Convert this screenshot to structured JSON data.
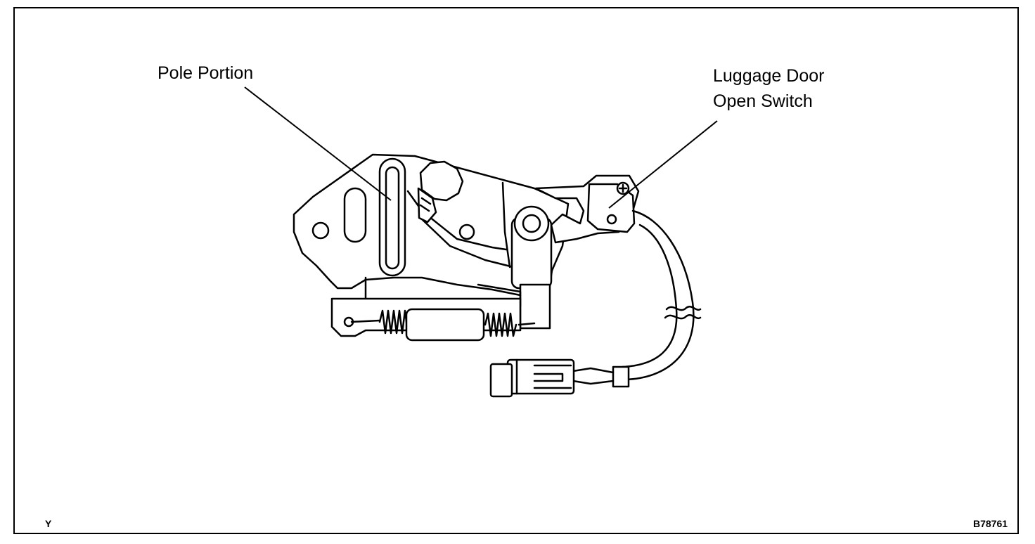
{
  "labels": {
    "pole_portion": "Pole Portion",
    "switch_line1": "Luggage Door",
    "switch_line2": "Open Switch"
  },
  "corner": {
    "left": "Y",
    "right": "B78761"
  }
}
